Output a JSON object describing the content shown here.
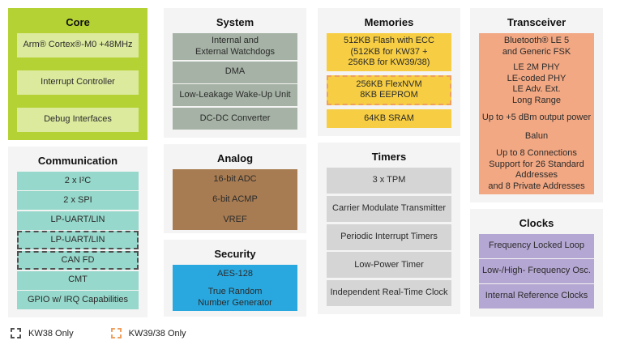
{
  "colors": {
    "core_bg": "#b4d234",
    "core_item": "#dcea9e",
    "system_item": "#a5b2a5",
    "memories_item": "#f7ce43",
    "transceiver_item": "#f2a883",
    "communication_item": "#96d8cb",
    "analog_item": "#a87c52",
    "security_item": "#29a8e0",
    "timers_item": "#d5d5d5",
    "clocks_item": "#b5a7d3",
    "section_bg": "#f4f4f4",
    "kw38_dashed_border": "#4f4f4f",
    "kw39_38_dashed_border": "#ef9f5e"
  },
  "columns": [
    {
      "sections": [
        {
          "title": "Core",
          "items": [
            {
              "label": "Arm® Cortex®-M0 +48MHz"
            },
            {
              "label": "Interrupt Controller"
            },
            {
              "label": "Debug Interfaces"
            }
          ]
        },
        {
          "title": "Communication",
          "items": [
            {
              "label": "2 x I²C"
            },
            {
              "label": "2 x SPI"
            },
            {
              "label": "LP-UART/LIN"
            },
            {
              "label": "LP-UART/LIN",
              "variant": "kw38"
            },
            {
              "label": "CAN FD",
              "variant": "kw38"
            },
            {
              "label": "CMT"
            },
            {
              "label": "GPIO w/ IRQ Capabilities"
            }
          ]
        }
      ]
    },
    {
      "sections": [
        {
          "title": "System",
          "items": [
            {
              "label": "Internal and\nExternal Watchdogs"
            },
            {
              "label": "DMA"
            },
            {
              "label": "Low-Leakage Wake-Up Unit"
            },
            {
              "label": "DC-DC Converter"
            }
          ]
        },
        {
          "title": "Analog",
          "items": [
            {
              "label": "16-bit ADC"
            },
            {
              "label": "6-bit ACMP"
            },
            {
              "label": "VREF"
            }
          ]
        },
        {
          "title": "Security",
          "items": [
            {
              "label": "AES-128"
            },
            {
              "label": "True Random\nNumber Generator"
            }
          ]
        }
      ]
    },
    {
      "sections": [
        {
          "title": "Memories",
          "items": [
            {
              "label": "512KB Flash with ECC\n(512KB for KW37 +\n256KB for KW39/38)"
            },
            {
              "label": "256KB FlexNVM\n8KB EEPROM",
              "variant": "kw39_38"
            },
            {
              "label": "64KB SRAM"
            }
          ]
        },
        {
          "title": "Timers",
          "items": [
            {
              "label": "3 x TPM"
            },
            {
              "label": "Carrier Modulate Transmitter"
            },
            {
              "label": "Periodic Interrupt Timers"
            },
            {
              "label": "Low-Power Timer"
            },
            {
              "label": "Independent Real-Time Clock"
            }
          ]
        }
      ]
    },
    {
      "sections": [
        {
          "title": "Transceiver",
          "items": [
            {
              "label": "Bluetooth® LE 5\nand Generic FSK"
            },
            {
              "label": "LE 2M PHY\nLE-coded PHY\nLE Adv. Ext.\nLong Range"
            },
            {
              "label": "Up to +5 dBm output power"
            },
            {
              "label": "Balun"
            },
            {
              "label": "Up to 8 Connections\nSupport for 26 Standard Addresses\nand 8 Private Addresses"
            }
          ]
        },
        {
          "title": "Clocks",
          "items": [
            {
              "label": "Frequency Locked Loop"
            },
            {
              "label": "Low-/High- Frequency Osc."
            },
            {
              "label": "Internal Reference Clocks"
            }
          ]
        }
      ]
    }
  ],
  "legend": {
    "items": [
      {
        "label": "KW38 Only",
        "swatch": "kw38"
      },
      {
        "label": "KW39/38 Only",
        "swatch": "kw39_38"
      }
    ]
  }
}
